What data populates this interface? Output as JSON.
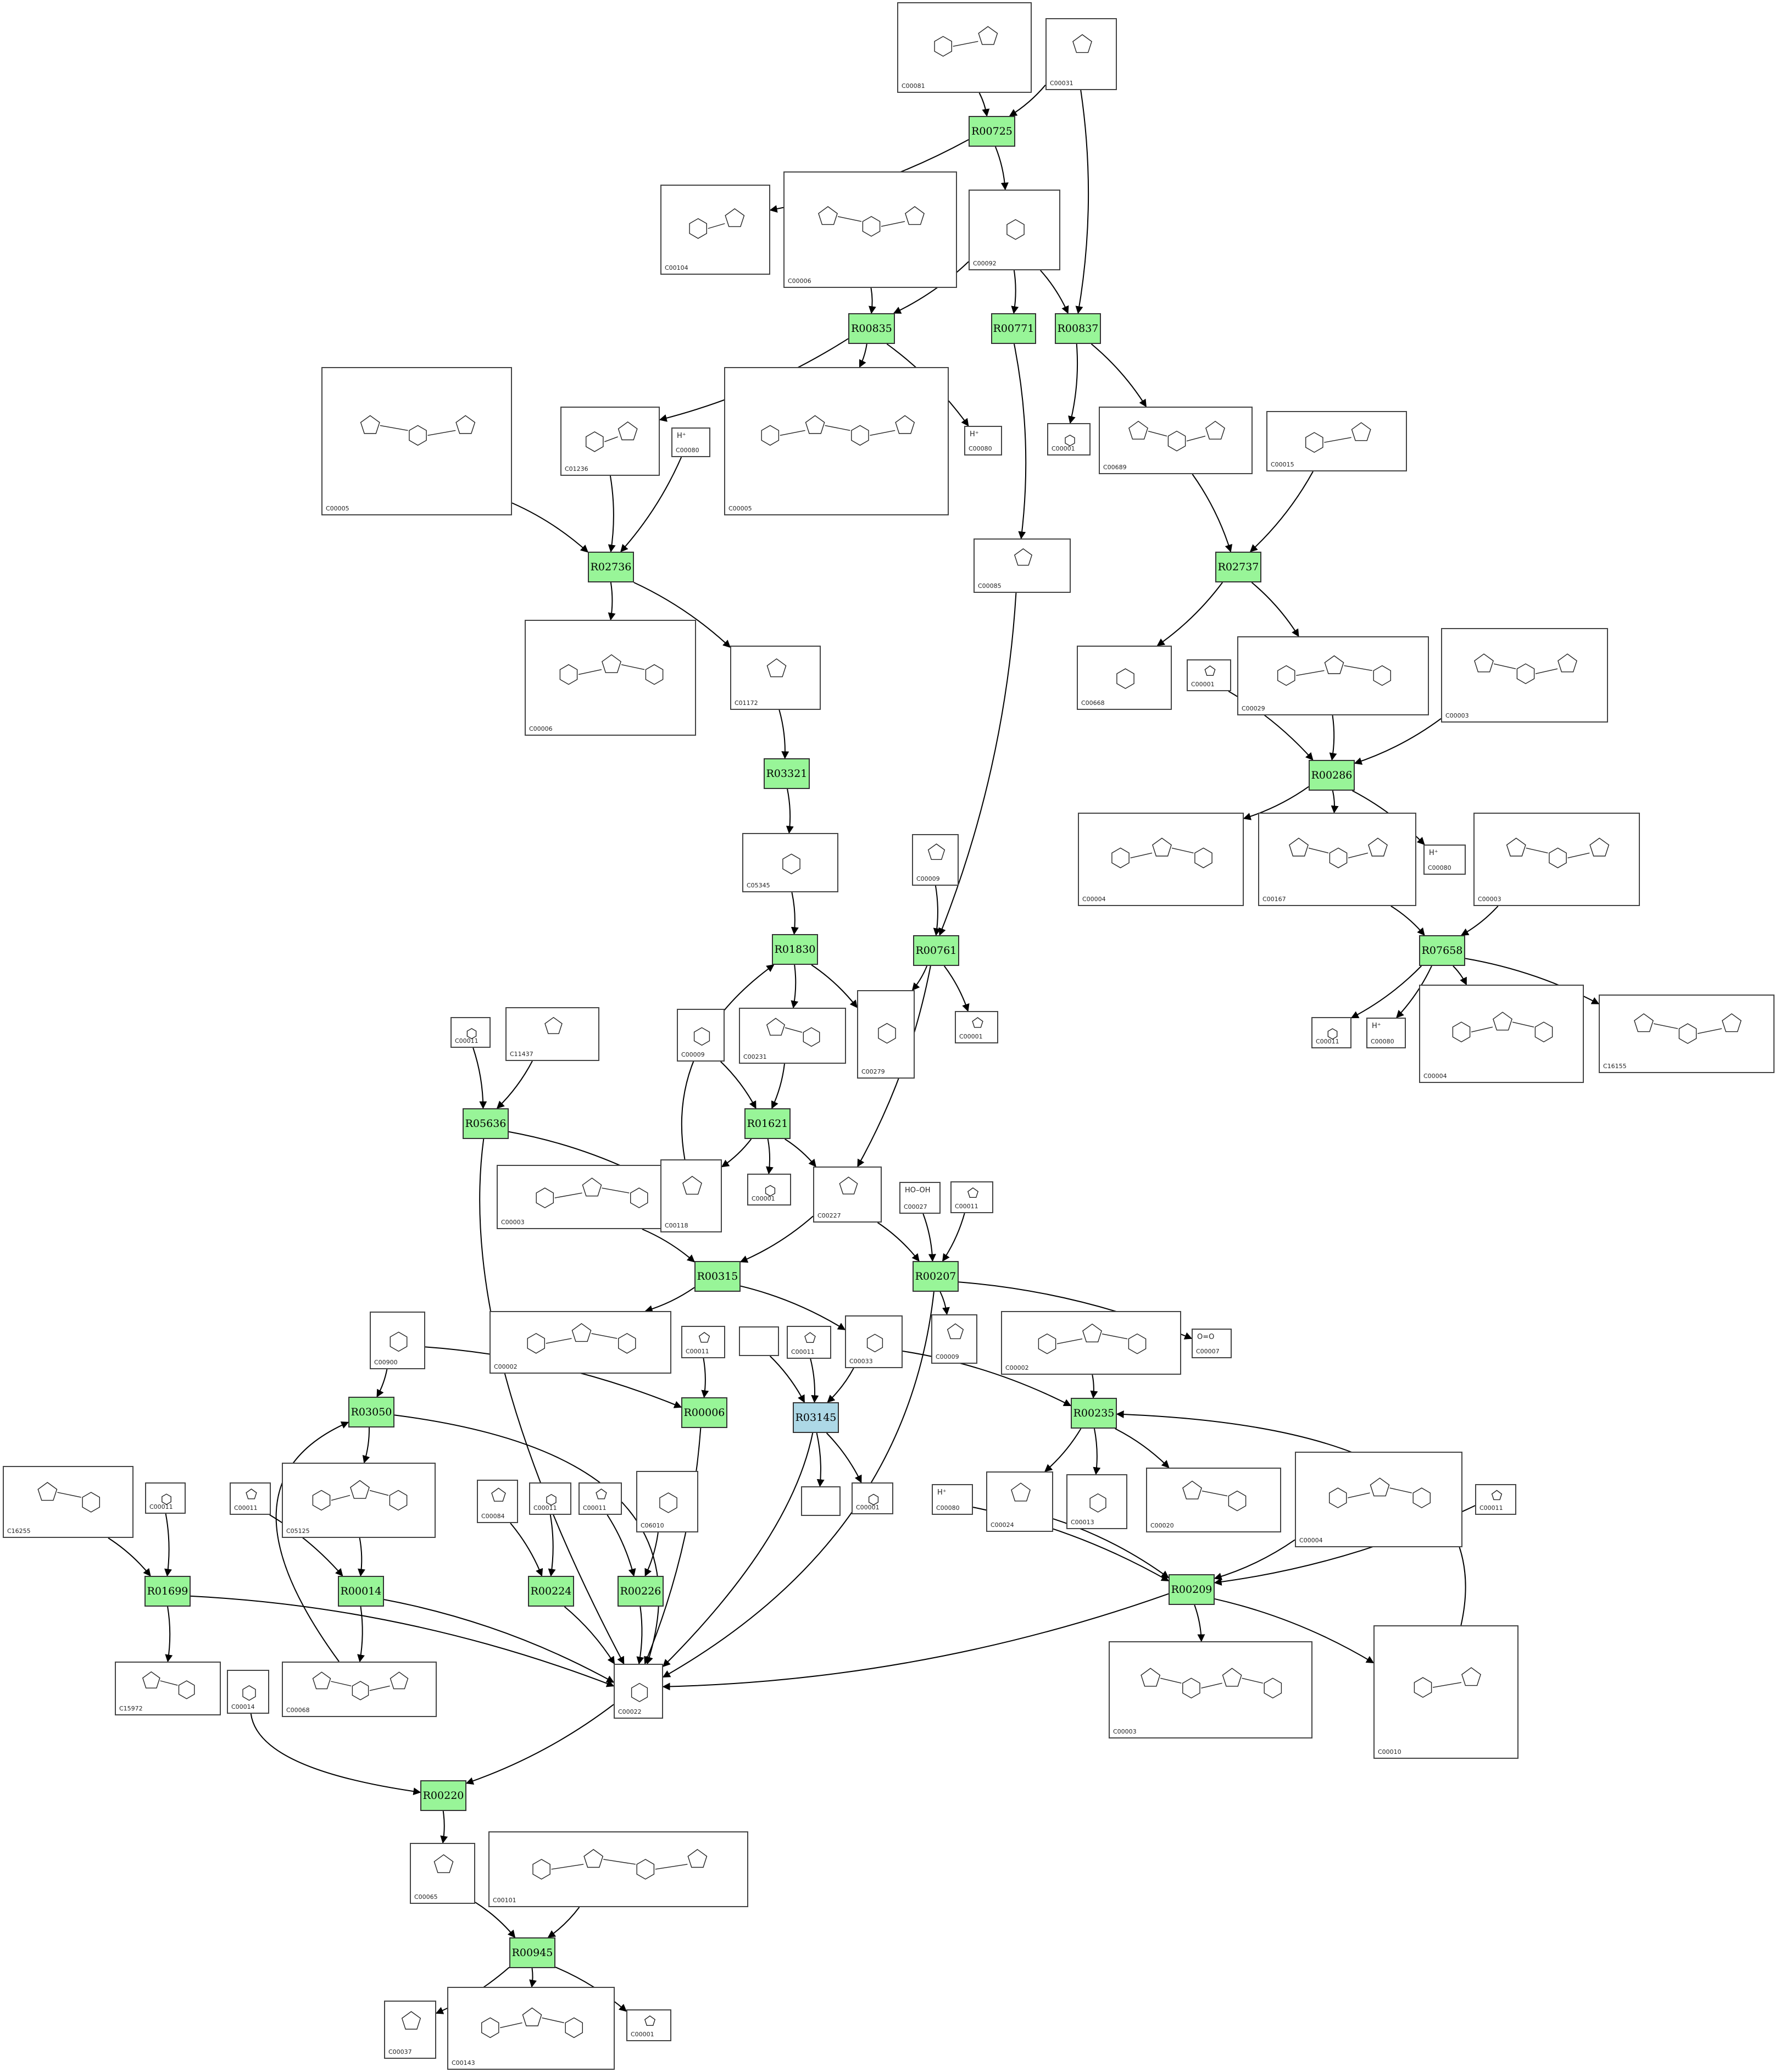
{
  "colors": {
    "reaction_fill": "#98f598",
    "reaction_fill_highlight": "#add8e6",
    "edge": "#000000",
    "box_border": "#444444"
  },
  "reactions": [
    {
      "id": "R00725",
      "label": "R00725"
    },
    {
      "id": "R00835",
      "label": "R00835"
    },
    {
      "id": "R00771",
      "label": "R00771"
    },
    {
      "id": "R00837",
      "label": "R00837"
    },
    {
      "id": "R02736",
      "label": "R02736"
    },
    {
      "id": "R02737",
      "label": "R02737"
    },
    {
      "id": "R03321",
      "label": "R03321"
    },
    {
      "id": "R00286",
      "label": "R00286"
    },
    {
      "id": "R01830",
      "label": "R01830"
    },
    {
      "id": "R00761",
      "label": "R00761"
    },
    {
      "id": "R07658",
      "label": "R07658"
    },
    {
      "id": "R05636",
      "label": "R05636"
    },
    {
      "id": "R01621",
      "label": "R01621"
    },
    {
      "id": "R00315",
      "label": "R00315"
    },
    {
      "id": "R00207",
      "label": "R00207"
    },
    {
      "id": "R03050",
      "label": "R03050"
    },
    {
      "id": "R00006",
      "label": "R00006"
    },
    {
      "id": "R03145",
      "label": "R03145",
      "highlight": true
    },
    {
      "id": "R00235",
      "label": "R00235"
    },
    {
      "id": "R01699",
      "label": "R01699"
    },
    {
      "id": "R00014",
      "label": "R00014"
    },
    {
      "id": "R00224",
      "label": "R00224"
    },
    {
      "id": "R00226",
      "label": "R00226"
    },
    {
      "id": "R00209",
      "label": "R00209"
    },
    {
      "id": "R00220",
      "label": "R00220"
    },
    {
      "id": "R00945",
      "label": "R00945"
    }
  ],
  "compounds": [
    {
      "key": "n01",
      "id": "C00081"
    },
    {
      "key": "n02",
      "id": "C00031"
    },
    {
      "key": "n03",
      "id": "C00104"
    },
    {
      "key": "n04",
      "id": "C00006"
    },
    {
      "key": "n05",
      "id": "C00092"
    },
    {
      "key": "n06",
      "id": "C00005"
    },
    {
      "key": "n07",
      "id": "C01236"
    },
    {
      "key": "n08",
      "id": "C00080",
      "formula": "H⁺"
    },
    {
      "key": "n09",
      "id": "C00005"
    },
    {
      "key": "n10",
      "id": "C00080",
      "formula": "H⁺"
    },
    {
      "key": "n11",
      "id": "C00001"
    },
    {
      "key": "n12",
      "id": "C00689"
    },
    {
      "key": "n13",
      "id": "C00015"
    },
    {
      "key": "n14",
      "id": "C00085"
    },
    {
      "key": "n15",
      "id": "C00006"
    },
    {
      "key": "n16",
      "id": "C01172"
    },
    {
      "key": "n17",
      "id": "C00668"
    },
    {
      "key": "n18",
      "id": "C00001"
    },
    {
      "key": "n19",
      "id": "C00029"
    },
    {
      "key": "n20",
      "id": "C00003"
    },
    {
      "key": "n21",
      "id": "C05345"
    },
    {
      "key": "n22",
      "id": "C00009"
    },
    {
      "key": "n23",
      "id": "C00004"
    },
    {
      "key": "n24",
      "id": "C00167"
    },
    {
      "key": "n25",
      "id": "C00080",
      "formula": "H⁺"
    },
    {
      "key": "n26",
      "id": "C00003"
    },
    {
      "key": "n27",
      "id": "C00011"
    },
    {
      "key": "n28",
      "id": "C11437"
    },
    {
      "key": "n29",
      "id": "C00009"
    },
    {
      "key": "n30",
      "id": "C00231"
    },
    {
      "key": "n31",
      "id": "C00279"
    },
    {
      "key": "n32",
      "id": "C00001"
    },
    {
      "key": "n33",
      "id": "C00011"
    },
    {
      "key": "n34",
      "id": "C00080",
      "formula": "H⁺"
    },
    {
      "key": "n35",
      "id": "C00004"
    },
    {
      "key": "n36",
      "id": "C16155"
    },
    {
      "key": "n37",
      "id": "C00003"
    },
    {
      "key": "n38",
      "id": "C00118"
    },
    {
      "key": "n39",
      "id": "C00001"
    },
    {
      "key": "n40",
      "id": "C00227"
    },
    {
      "key": "n41",
      "id": "C00027",
      "formula": "HO–OH"
    },
    {
      "key": "n42",
      "id": "C00011"
    },
    {
      "key": "n43",
      "id": "C00002"
    },
    {
      "key": "n44",
      "id": "C00009"
    },
    {
      "key": "n45",
      "id": "C00002"
    },
    {
      "key": "n46",
      "id": "C00007",
      "formula": "O=O"
    },
    {
      "key": "n47",
      "id": "C00900"
    },
    {
      "key": "n48",
      "id": "C00011"
    },
    {
      "key": "n49",
      "id": ""
    },
    {
      "key": "n50",
      "id": "C00011"
    },
    {
      "key": "n51",
      "id": "C00033"
    },
    {
      "key": "n52",
      "id": "C16255"
    },
    {
      "key": "n53",
      "id": "C00011"
    },
    {
      "key": "n54",
      "id": "C00011"
    },
    {
      "key": "n55",
      "id": "C05125"
    },
    {
      "key": "n56",
      "id": "C00084"
    },
    {
      "key": "n57",
      "id": "C00011"
    },
    {
      "key": "n58",
      "id": "C00011"
    },
    {
      "key": "n59",
      "id": "C06010"
    },
    {
      "key": "n60",
      "id": ""
    },
    {
      "key": "n61",
      "id": "C00001"
    },
    {
      "key": "n62",
      "id": "C00024"
    },
    {
      "key": "n63",
      "id": "C00013"
    },
    {
      "key": "n64",
      "id": "C00020"
    },
    {
      "key": "n65",
      "id": "C00004"
    },
    {
      "key": "n66",
      "id": "C00011"
    },
    {
      "key": "n67",
      "id": "C00080",
      "formula": "H⁺"
    },
    {
      "key": "n68",
      "id": "C15972"
    },
    {
      "key": "n69",
      "id": "C00014"
    },
    {
      "key": "n70",
      "id": "C00068"
    },
    {
      "key": "n71",
      "id": "C00022"
    },
    {
      "key": "n72",
      "id": "C00003"
    },
    {
      "key": "n73",
      "id": "C00010"
    },
    {
      "key": "n74",
      "id": "C00065"
    },
    {
      "key": "n75",
      "id": "C00101"
    },
    {
      "key": "n76",
      "id": "C00037"
    },
    {
      "key": "n77",
      "id": "C00143"
    },
    {
      "key": "n78",
      "id": "C00001"
    }
  ]
}
